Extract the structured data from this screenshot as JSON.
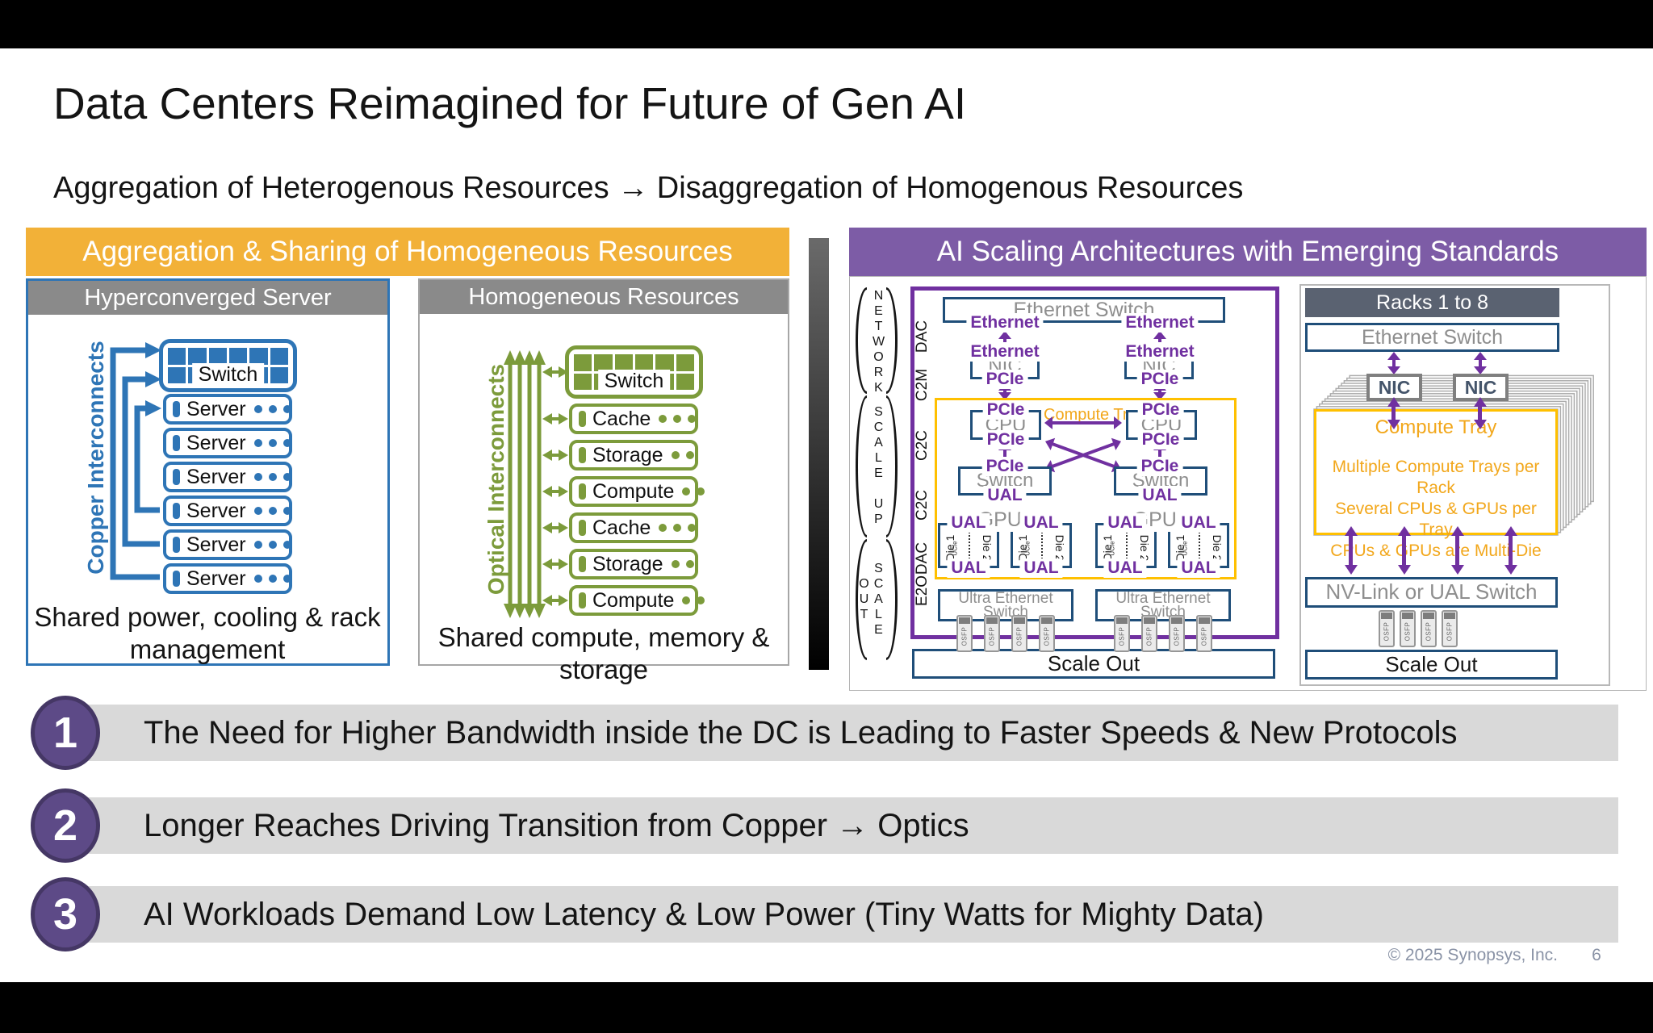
{
  "slide": {
    "title": "Data Centers Reimagined for Future of Gen AI",
    "subtitle": "Aggregation of Heterogenous Resources → Disaggregation of Homogenous Resources",
    "copyright": "© 2025 Synopsys, Inc.",
    "page_number": "6"
  },
  "left_panel": {
    "header": "Aggregation & Sharing of Homogeneous Resources",
    "hyper": {
      "title": "Hyperconverged Server",
      "interconnect": "Copper Interconnects",
      "switch": "Switch",
      "servers": [
        "Server",
        "Server",
        "Server",
        "Server",
        "Server",
        "Server"
      ],
      "caption": "Shared power, cooling & rack management"
    },
    "homo": {
      "title": "Homogeneous Resources",
      "interconnect": "Optical Interconnects",
      "switch": "Switch",
      "resources": [
        "Cache",
        "Storage",
        "Compute",
        "Cache",
        "Storage",
        "Compute"
      ],
      "caption": "Shared compute, memory & storage"
    }
  },
  "right_panel": {
    "header": "AI Scaling Architectures with Emerging Standards",
    "rail": {
      "network": "NETWORK",
      "scale_up": "SCALE UP",
      "scale_out": "SCALE OUT",
      "links": [
        "DAC",
        "C2M",
        "C2C",
        "C2C",
        "DAC",
        "E2O"
      ]
    },
    "scaleup": {
      "ethernet_switch": "Ethernet Switch",
      "ethernet": "Ethernet",
      "nic": "NIC",
      "pcie": "PCIe",
      "cpu": "CPU",
      "compute_tray": "Compute Tray",
      "switch": "Switch",
      "ual": "UAL",
      "gpus": "GPUs",
      "die_1": "Die 1",
      "die_2": "Die 2",
      "ucie": "UCIe",
      "ultra_ethernet_switch": "Ultra Ethernet Switch",
      "osfp": "OSFP",
      "scale_out": "Scale Out"
    },
    "rack": {
      "header": "Racks 1 to 8",
      "ethernet_switch": "Ethernet Switch",
      "nic": "NIC",
      "compute_tray": "Compute Tray",
      "notes": [
        "Multiple Compute Trays per Rack",
        "Several CPUs & GPUs per Tray",
        "CPUs & GPUs are Multi-Die"
      ],
      "nvlink_switch": "NV-Link or UAL Switch",
      "osfp": "OSFP",
      "scale_out": "Scale Out"
    }
  },
  "key_points": [
    {
      "number": "1",
      "text": "The Need for Higher Bandwidth inside the DC is Leading to Faster Speeds & New Protocols"
    },
    {
      "number": "2",
      "text": "Longer Reaches Driving Transition from Copper → Optics"
    },
    {
      "number": "3",
      "text": "AI Workloads Demand Low Latency & Low Power  (Tiny Watts for Mighty Data)"
    }
  ],
  "colors": {
    "header_orange": "#F2B138",
    "header_purple": "#7D5CA6",
    "header_gray": "#8A8A8A",
    "blue": "#2E75B6",
    "green": "#7C9B3B",
    "purple": "#7030A0",
    "navy": "#1F4E79",
    "tray_orange": "#FFC000",
    "tray_text": "#F2A71B",
    "slate": "#5A6271",
    "bar_gray": "#D9D9D9",
    "circle_purple": "#5D4A87"
  }
}
